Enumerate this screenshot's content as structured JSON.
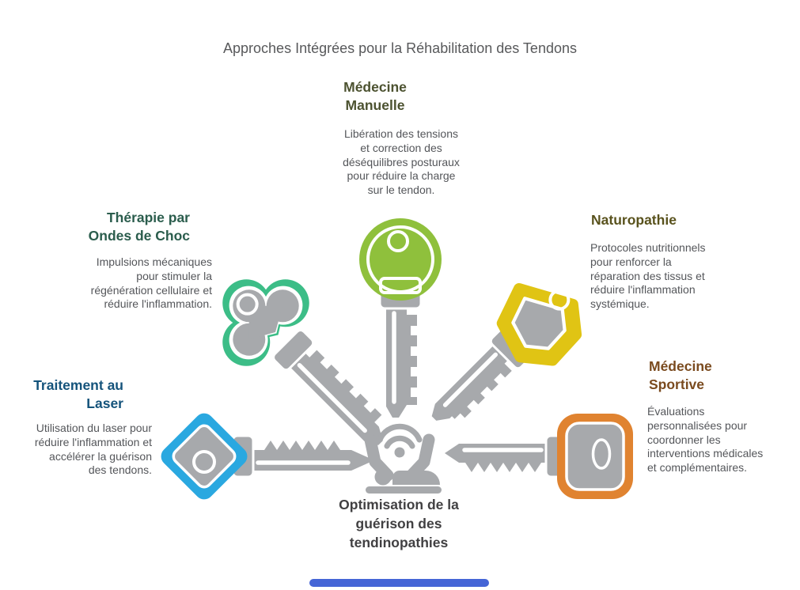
{
  "title": "Approches Intégrées pour la Réhabilitation des Tendons",
  "sections": {
    "manual_medicine": {
      "heading": "Médecine\nManuelle",
      "body": "Libération des tensions\net correction des\ndéséquilibres posturaux\npour réduire la charge\nsur le tendon.",
      "heading_color": "#4c5230",
      "key_color": "#8fc03c",
      "key_shape": "round-key"
    },
    "shockwave_therapy": {
      "heading": "Thérapie par\nOndes de Choc",
      "body": "Impulsions mécaniques\npour stimuler la\nrégénération cellulaire et\nréduire l'inflammation.",
      "heading_color": "#2b5d4d",
      "key_color": "#3cbd87",
      "key_shape": "clover-key"
    },
    "laser_treatment": {
      "heading": "Traitement au\nLaser",
      "body": "Utilisation du laser pour\nréduire l'inflammation et\naccélérer la guérison\ndes tendons.",
      "heading_color": "#14537b",
      "key_color": "#2aa8e0",
      "key_shape": "diamond-key"
    },
    "naturopathy": {
      "heading": "Naturopathie",
      "body": "Protocoles nutritionnels\npour renforcer la\nréparation des tissus et\nréduire l'inflammation\nsystémique.",
      "heading_color": "#59521d",
      "key_color": "#e0c414",
      "key_shape": "hexagon-key"
    },
    "sports_medicine": {
      "heading": "Médecine\nSportive",
      "body": "Évaluations\npersonnalisées pour\ncoordonner les\ninterventions médicales\net complémentaires.",
      "heading_color": "#7a4a1e",
      "key_color": "#e08330",
      "key_shape": "barrel-key"
    }
  },
  "center": {
    "heading": "Optimisation de la\nguérison des\ntendinopathies",
    "heading_color": "#414042",
    "icon": "therapy-signal-person-icon"
  },
  "colors": {
    "key_gray": "#a7a9ac",
    "title_text": "#58595b",
    "body_text": "#54565a",
    "background": "#ffffff",
    "bottom_bar": "#4565d6"
  }
}
